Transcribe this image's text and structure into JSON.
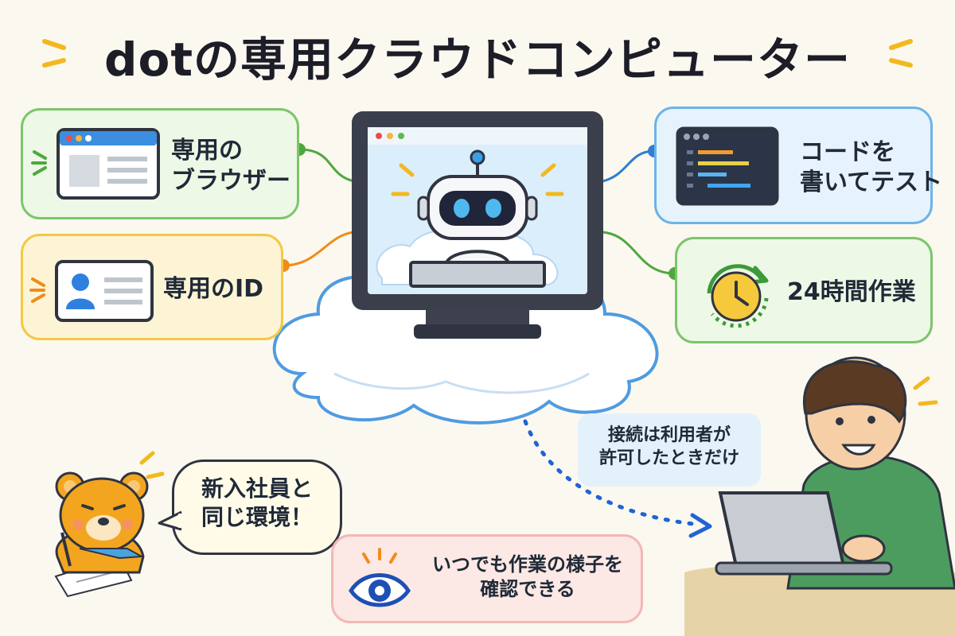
{
  "title": "dotの専用クラウドコンピューター",
  "features": {
    "browser": {
      "line1": "専用の",
      "line2": "ブラウザー"
    },
    "identity": {
      "label": "専用のID"
    },
    "code": {
      "line1": "コードを",
      "line2": "書いてテスト"
    },
    "hours": {
      "label": "24時間作業"
    }
  },
  "notes": {
    "consent": {
      "line1": "接続は利用者が",
      "line2": "許可したときだけ"
    },
    "bear": {
      "line1": "新入社員と",
      "line2": "同じ環境！"
    },
    "monitor": {
      "line1": "いつでも作業の様子を",
      "line2": "確認できる"
    }
  },
  "colors": {
    "green": "#7cc56b",
    "green_bg": "#eef8e6",
    "yellow": "#f3c845",
    "yellow_bg": "#fdf4d5",
    "blue": "#6db3e8",
    "blue_bg": "#e6f3fc",
    "pink": "#f3b7b7",
    "pink_bg": "#fce8e4",
    "dark": "#2f3440"
  }
}
